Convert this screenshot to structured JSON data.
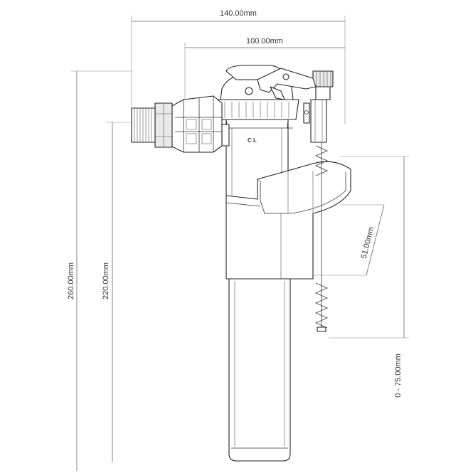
{
  "dimensions": {
    "overall_width": "140.00mm",
    "head_width": "100.00mm",
    "overall_height": "260.00mm",
    "body_height": "220.00mm",
    "float_travel": "51.00mm",
    "adjust_range": "0 - 75.00mm"
  },
  "markings": {
    "valve_label": "C L"
  },
  "colors": {
    "line": "#222222",
    "dimension": "#666666",
    "background": "#ffffff"
  }
}
